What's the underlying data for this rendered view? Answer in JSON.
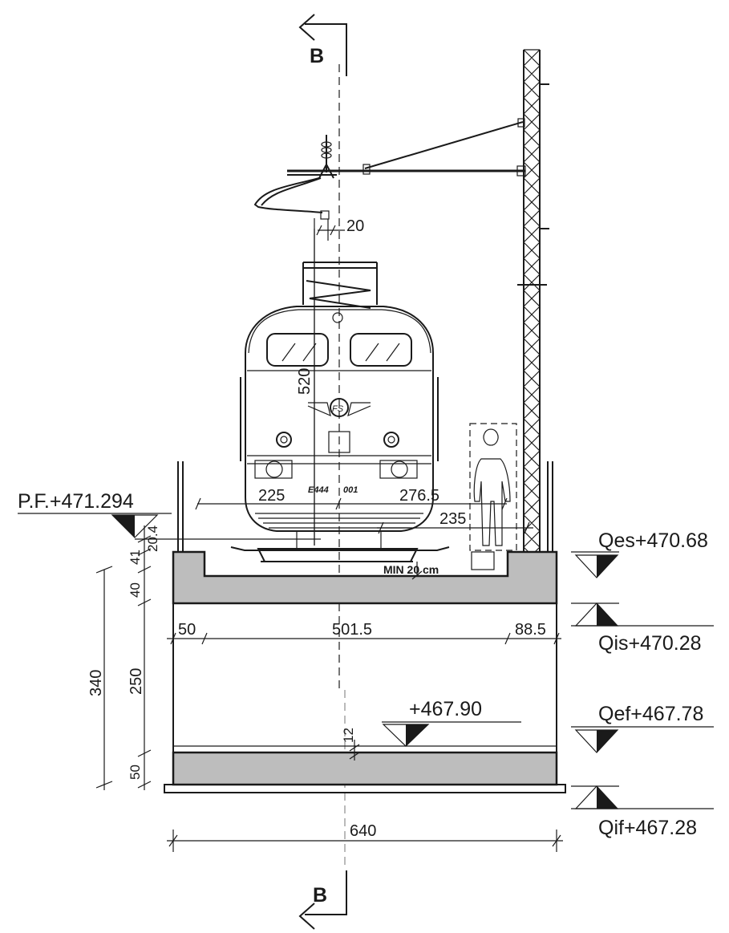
{
  "section_marker": {
    "letter": "B"
  },
  "levels": {
    "platform": "P.F.+471.294",
    "qes": "Qes+470.68",
    "qis": "Qis+470.28",
    "qef": "Qef+467.78",
    "qif": "Qif+467.28",
    "inner": "+467.90"
  },
  "dims": {
    "wire_offset": "20",
    "wire_height": "520",
    "left_clear": "225",
    "right_clear": "276.5",
    "walkway": "235",
    "step": "20.4",
    "slab_upper": "41",
    "slab_thick": "40",
    "total_height": "340",
    "inner_height": "250",
    "base_thick": "50",
    "fill_thick": "12",
    "wall_left": "50",
    "inner_width": "501.5",
    "wall_right": "88.5",
    "overall_width": "640",
    "min_gap": "MIN 20 cm"
  },
  "loco": {
    "number": "E444",
    "unit": "001",
    "badge": "FS"
  },
  "colors": {
    "concrete": "#bdbdbd",
    "ink": "#1a1a1a"
  }
}
